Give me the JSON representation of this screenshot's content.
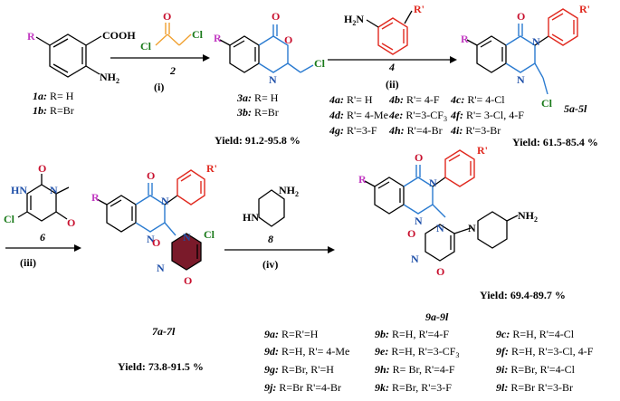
{
  "colors": {
    "r_group": "#c23bc2",
    "rprime": "#e0291f",
    "core_ring": "#2b7bd0",
    "acyl": "#f0a030",
    "n_atom": "#1e4fa8",
    "o_atom": "#c8102e",
    "cl_atom": "#1a7a1a",
    "scaffold": "#7a1a2a"
  },
  "atoms": {
    "R": "R",
    "Rp": "R'",
    "cooh": "COOH",
    "nh2": "NH",
    "nh2_sub": "2",
    "n": "N",
    "o": "O",
    "cl": "Cl",
    "h2n": "H",
    "h2n_sub": "2",
    "h2n_n": "N",
    "hn": "H",
    "nh": "N",
    "h": "H"
  },
  "compounds": {
    "c1a": "1a:",
    "c1a_t": " R= H",
    "c1b": "1b:",
    "c1b_t": " R=Br",
    "c2": "2",
    "c3a": "3a:",
    "c3a_t": " R= H",
    "c3b": "3b:",
    "c3b_t": " R=Br",
    "c4": "4",
    "c5": "5a-5l",
    "c6": "6",
    "c7": "7a-7l",
    "c8": "8",
    "c9": "9a-9l"
  },
  "steps": {
    "i": "(i)",
    "ii": "(ii)",
    "iii": "(iii)",
    "iv": "(iv)"
  },
  "yields": {
    "y3": "Yield: 91.2-95.8 %",
    "y5": "Yield: 61.5-85.4 %",
    "y7": "Yield: 73.8-91.5 %",
    "y9": "Yield: 69.4-89.7 %"
  },
  "table4": [
    [
      "4a:",
      " R'= H",
      "4b:",
      " R'= 4-F",
      "4c:",
      " R'= 4-Cl"
    ],
    [
      "4d:",
      " R'= 4-Me",
      "4e:",
      " R'=3-CF",
      "4f:",
      " R'= 3-Cl, 4-F"
    ],
    [
      "4g:",
      " R'=3-F",
      "4h:",
      " R'=4-Br",
      "4i:",
      " R'=3-Br"
    ]
  ],
  "cf3_sub": "3",
  "table9": [
    [
      "9a:",
      " R=R'=H",
      "9b:",
      " R=H, R'=4-F",
      "9c:",
      " R=H, R'=4-Cl"
    ],
    [
      "9d:",
      " R=H, R'= 4-Me",
      "9e:",
      " R=H, R'=3-CF",
      "9f:",
      " R=H, R'=3-Cl, 4-F"
    ],
    [
      "9g:",
      " R=Br, R'=H",
      "9h:",
      " R= Br, R'=4-F",
      "9i:",
      " R=Br, R'=4-Cl"
    ],
    [
      "9j:",
      " R=Br  R'=4-Br",
      "9k:",
      " R=Br, R'=3-F",
      "9l:",
      " R=Br  R'=3-Br"
    ]
  ]
}
